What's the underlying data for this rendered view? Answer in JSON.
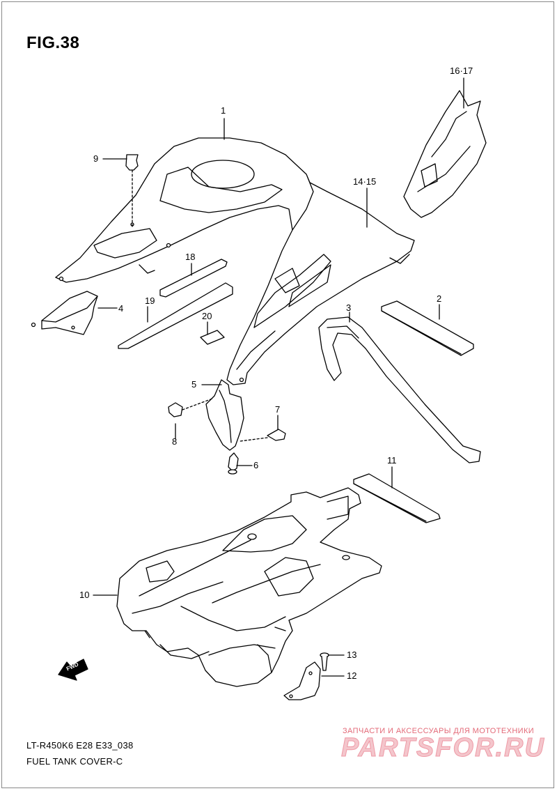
{
  "figure": {
    "title": "FIG.38"
  },
  "callouts": {
    "c1": "1",
    "c2": "2",
    "c3": "3",
    "c4": "4",
    "c5": "5",
    "c6": "6",
    "c7": "7",
    "c8": "8",
    "c9": "9",
    "c10": "10",
    "c11": "11",
    "c12": "12",
    "c13": "13",
    "c14_15": "14·15",
    "c16_17": "16·17",
    "c18": "18",
    "c19": "19",
    "c20": "20"
  },
  "fwd_badge": "FWD",
  "footer": {
    "model": "LT-R450K6 E28 E33_038",
    "name": "FUEL TANK COVER-C"
  },
  "watermark": {
    "tagline": "ЗАПЧАСТИ И АКСЕССУАРЫ ДЛЯ МОТОТЕХНИКИ",
    "logo": "PARTSFOR.RU"
  },
  "colors": {
    "line": "#000000",
    "watermark": "#e36a78"
  }
}
